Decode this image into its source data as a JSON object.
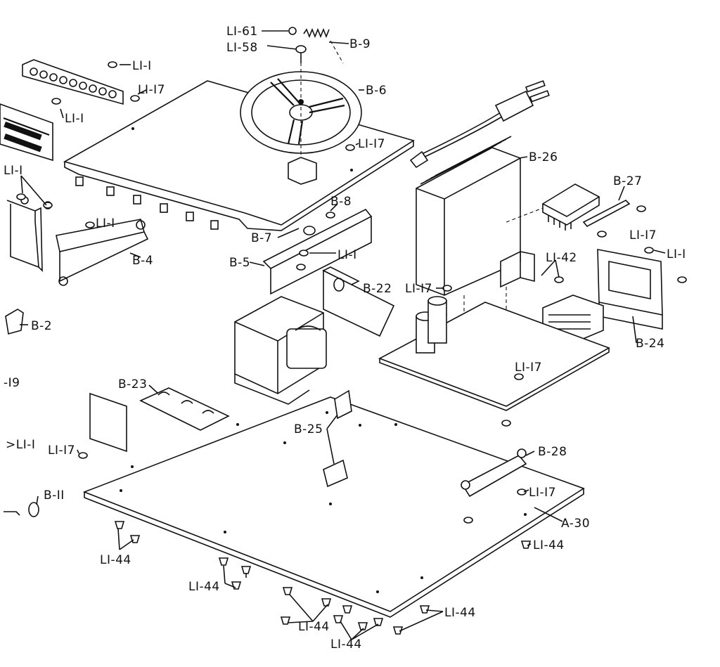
{
  "labels": {
    "li61": "LI-61",
    "b9": "B-9",
    "li58": "LI-58",
    "li1_top": "LI-I",
    "b6": "B-6",
    "li17_a": "LI-I7",
    "li1_b": "LI-I",
    "li17_b": "LI-I7",
    "b26": "B-26",
    "b27": "B-27",
    "li1_c": "LI-I",
    "b8": "B-8",
    "li1_d": "LI-I",
    "li17_c": "LI-I7",
    "b7": "B-7",
    "li1_e": "LI-I",
    "li42": "LI-42",
    "li1_f": "LI-I",
    "b4": "B-4",
    "b5": "B-5",
    "b22": "B-22",
    "li17_d": "LI-I7",
    "b2": "B-2",
    "b24": "B-24",
    "li19_partial": "-I9",
    "b23": "B-23",
    "li17_e": "LI-I7",
    "li1_partial": ">LI-I",
    "b25": "B-25",
    "li17_f": "LI-I7",
    "b28": "B-28",
    "b11": "B-II",
    "li17_g": "LI-I7",
    "a30": "A-30",
    "li44_a": "LI-44",
    "li44_b": "LI-44",
    "li44_c": "LI-44",
    "li44_d": "LI-44",
    "li44_e": "LI-44",
    "li44_f": "LI-44"
  }
}
